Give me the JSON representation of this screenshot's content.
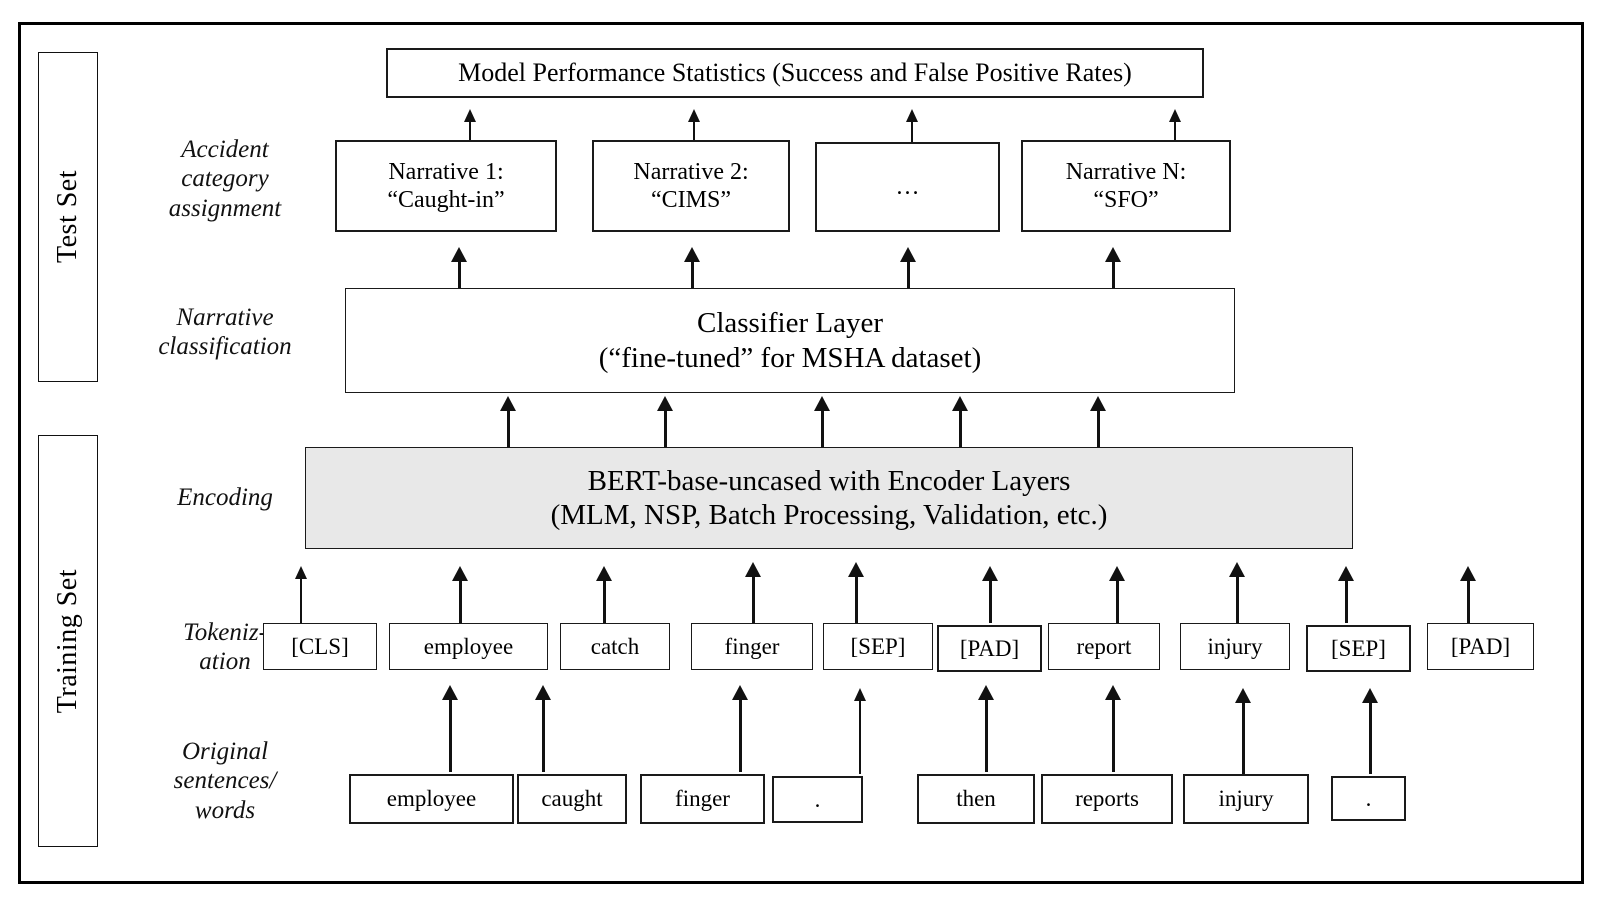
{
  "figure": {
    "title_box": "Model Performance Statistics (Success and False Positive Rates)",
    "set_labels": [
      {
        "name": "test-set",
        "label": "Test Set"
      },
      {
        "name": "training-set",
        "label": "Training Set"
      }
    ],
    "stage_labels": [
      {
        "name": "accident-category-assignment",
        "label": "Accident\ncategory\nassignment"
      },
      {
        "name": "narrative-classification",
        "label": "Narrative\nclassification"
      },
      {
        "name": "encoding",
        "label": "Encoding"
      },
      {
        "name": "tokenization",
        "label": "Tokeniz-\nation"
      },
      {
        "name": "original-sentences-words",
        "label": "Original\nsentences/\nwords"
      }
    ],
    "narratives": [
      {
        "label": "Narrative 1:\n“Caught-in”"
      },
      {
        "label": "Narrative 2:\n“CIMS”"
      },
      {
        "label": "…"
      },
      {
        "label": "Narrative N:\n“SFO”"
      }
    ],
    "classifier_box": "Classifier Layer\n(“fine-tuned” for MSHA dataset)",
    "encoder_box": "BERT-base-uncased with Encoder Layers\n(MLM, NSP, Batch Processing, Validation, etc.)",
    "tokens": [
      {
        "label": "[CLS]"
      },
      {
        "label": "employee"
      },
      {
        "label": "catch"
      },
      {
        "label": "finger"
      },
      {
        "label": "[SEP]"
      },
      {
        "label": "[PAD]"
      },
      {
        "label": "report"
      },
      {
        "label": "injury"
      },
      {
        "label": "[SEP]"
      },
      {
        "label": "[PAD]"
      }
    ],
    "words": [
      {
        "label": "employee"
      },
      {
        "label": "caught"
      },
      {
        "label": "finger"
      },
      {
        "label": "."
      },
      {
        "label": "then"
      },
      {
        "label": "reports"
      },
      {
        "label": "injury"
      },
      {
        "label": "."
      }
    ],
    "colors": {
      "stroke": "#1a1a1a",
      "shaded_fill": "#e8e8e8",
      "background": "#ffffff"
    }
  }
}
